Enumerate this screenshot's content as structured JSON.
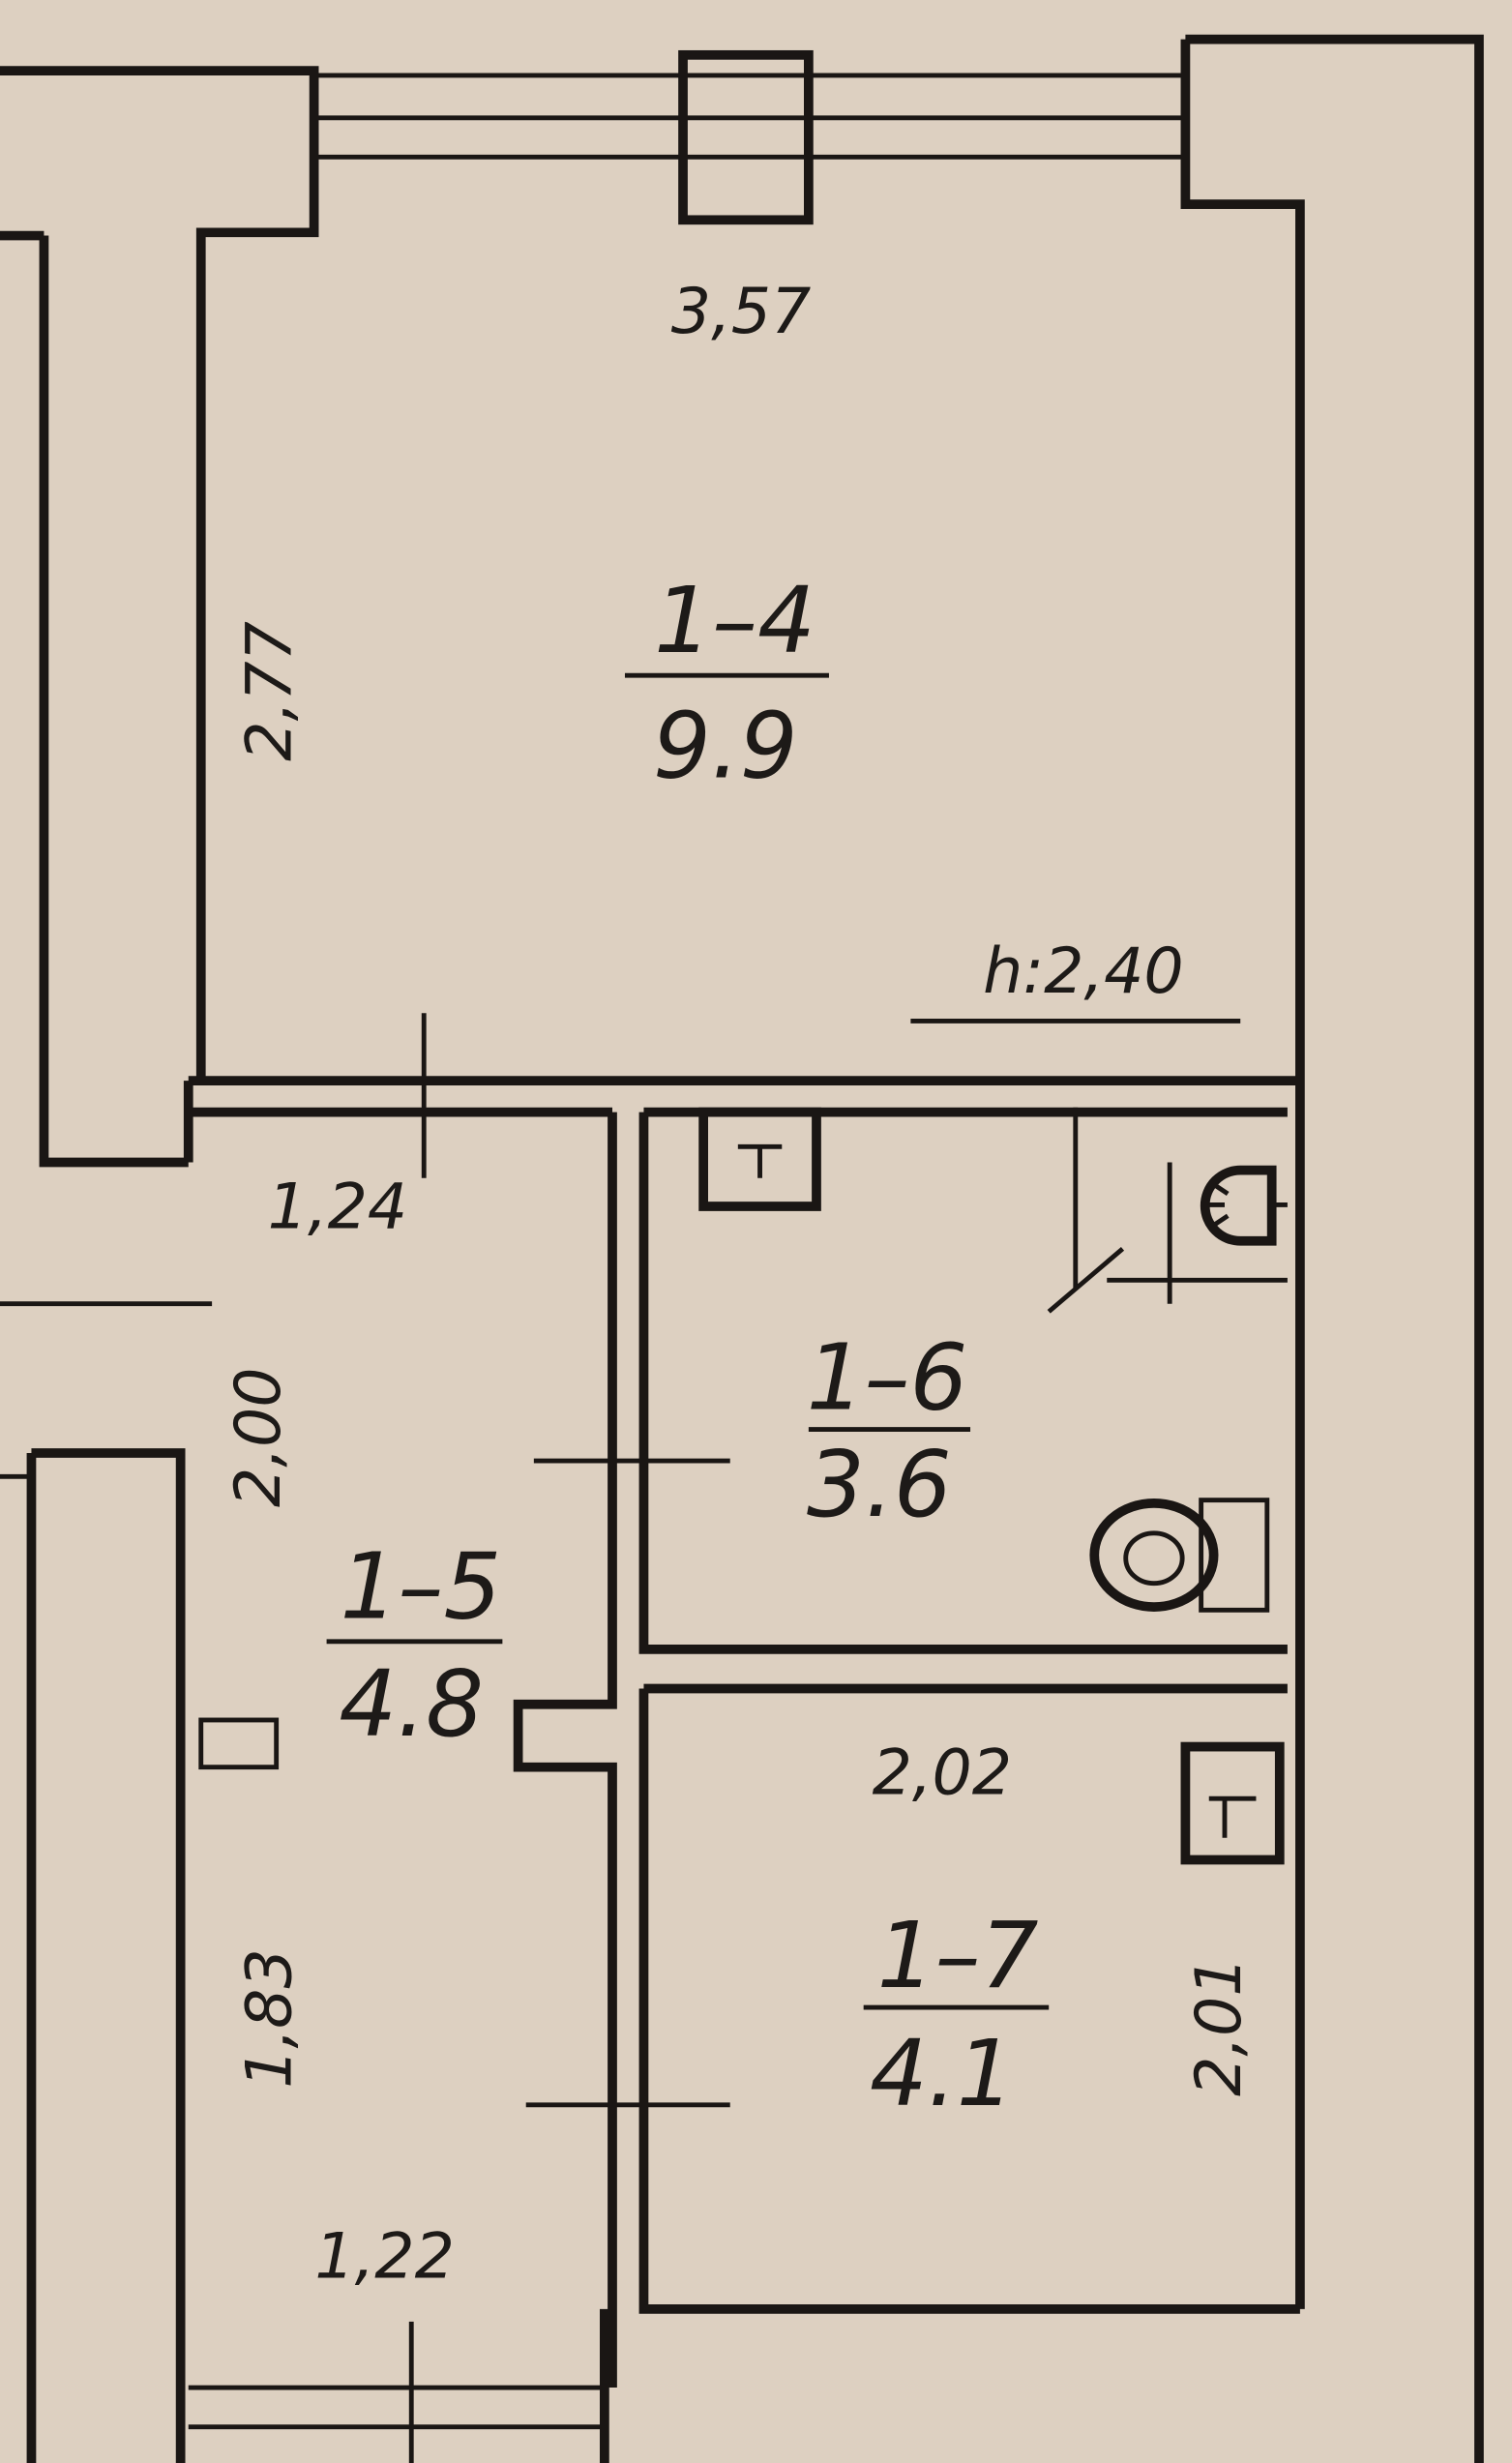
{
  "plan": {
    "ceiling_height": "h:2,40",
    "rooms": [
      {
        "id": "1–4",
        "area": "9.9"
      },
      {
        "id": "1–5",
        "area": "4.8"
      },
      {
        "id": "1–6",
        "area": "3.6"
      },
      {
        "id": "1–7",
        "area": "4.1"
      }
    ],
    "dimensions": {
      "room14_width": "3,57",
      "room14_depth": "2,77",
      "room15_top_width": "1,24",
      "room15_upper_length": "2,00",
      "room15_lower_length": "1,83",
      "room15_bottom_width": "1,22",
      "room17_width": "2,02",
      "room17_depth": "2,01"
    }
  }
}
